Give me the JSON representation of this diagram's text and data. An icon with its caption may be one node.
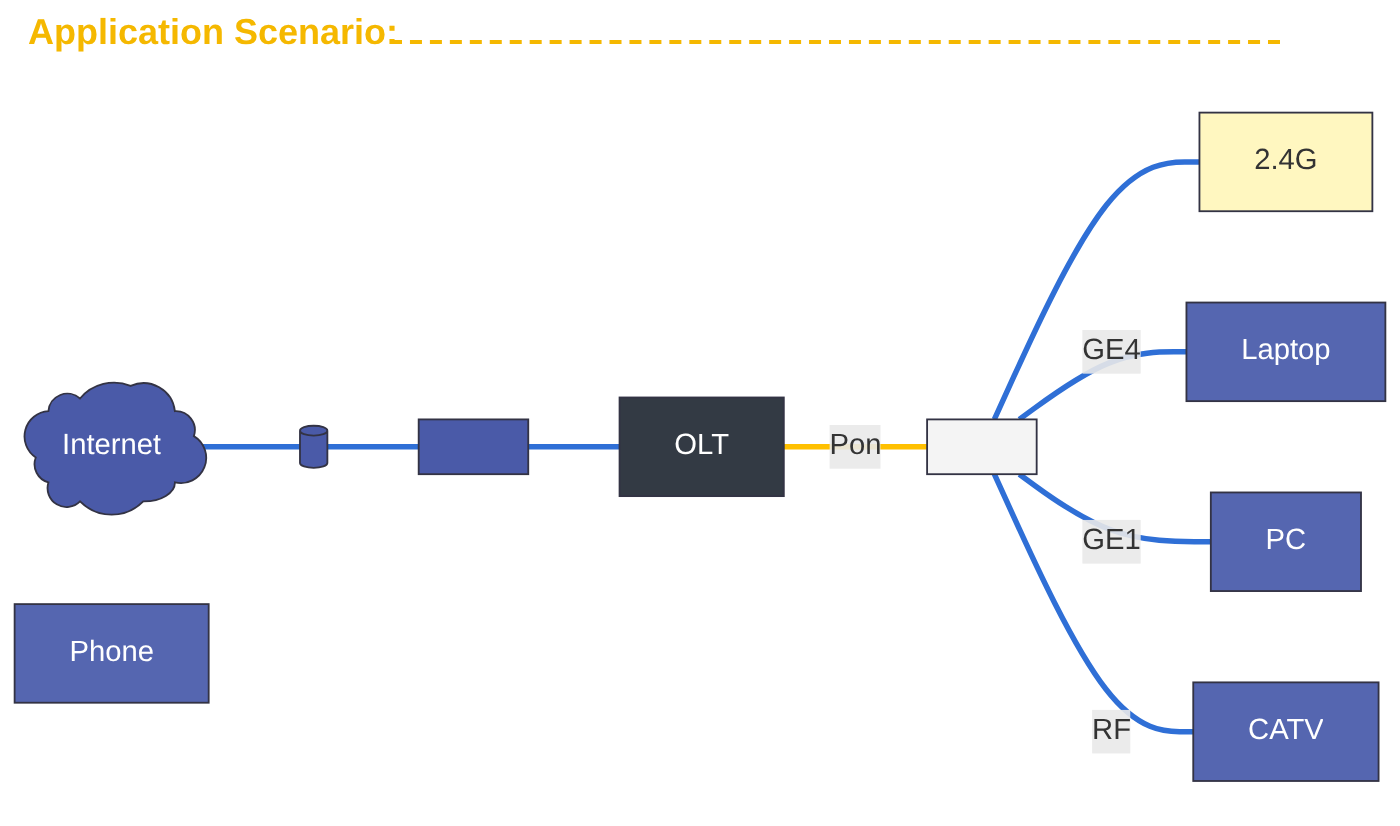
{
  "diagram": {
    "title": "Application Scenario:",
    "nodes": [
      {
        "text": [
          "Internet"
        ]
      },
      {
        "text": [],
        "shape": "cylinder"
      },
      {
        "text": [],
        "shape": "box"
      },
      {
        "text": [
          "OLT"
        ]
      },
      {
        "text": [],
        "shape": "box"
      },
      {
        "text": [
          "2.4G"
        ]
      },
      {
        "text": [
          "Phone"
        ]
      },
      {
        "text": [
          "Laptop"
        ]
      },
      {
        "text": [
          "PC"
        ]
      },
      {
        "text": [
          "CATV"
        ]
      }
    ],
    "edges": [
      {
        "from": 0,
        "to": 1,
        "arrow": "none"
      },
      {
        "from": 1,
        "to": 2,
        "arrow": "none"
      },
      {
        "from": 2,
        "to": 3,
        "arrow": "none"
      },
      {
        "from": 3,
        "to": 4,
        "arrow": "none",
        "label": "Pon",
        "color": "#ffc000"
      },
      {
        "from": 4,
        "to": 5,
        "arrow": "none"
      },
      {
        "from": 4,
        "to": 7,
        "arrow": "none",
        "label": "GE4"
      },
      {
        "from": 4,
        "to": 8,
        "arrow": "none",
        "label": "GE1"
      },
      {
        "from": 4,
        "to": 9,
        "arrow": "none",
        "label": "RF"
      }
    ]
  }
}
